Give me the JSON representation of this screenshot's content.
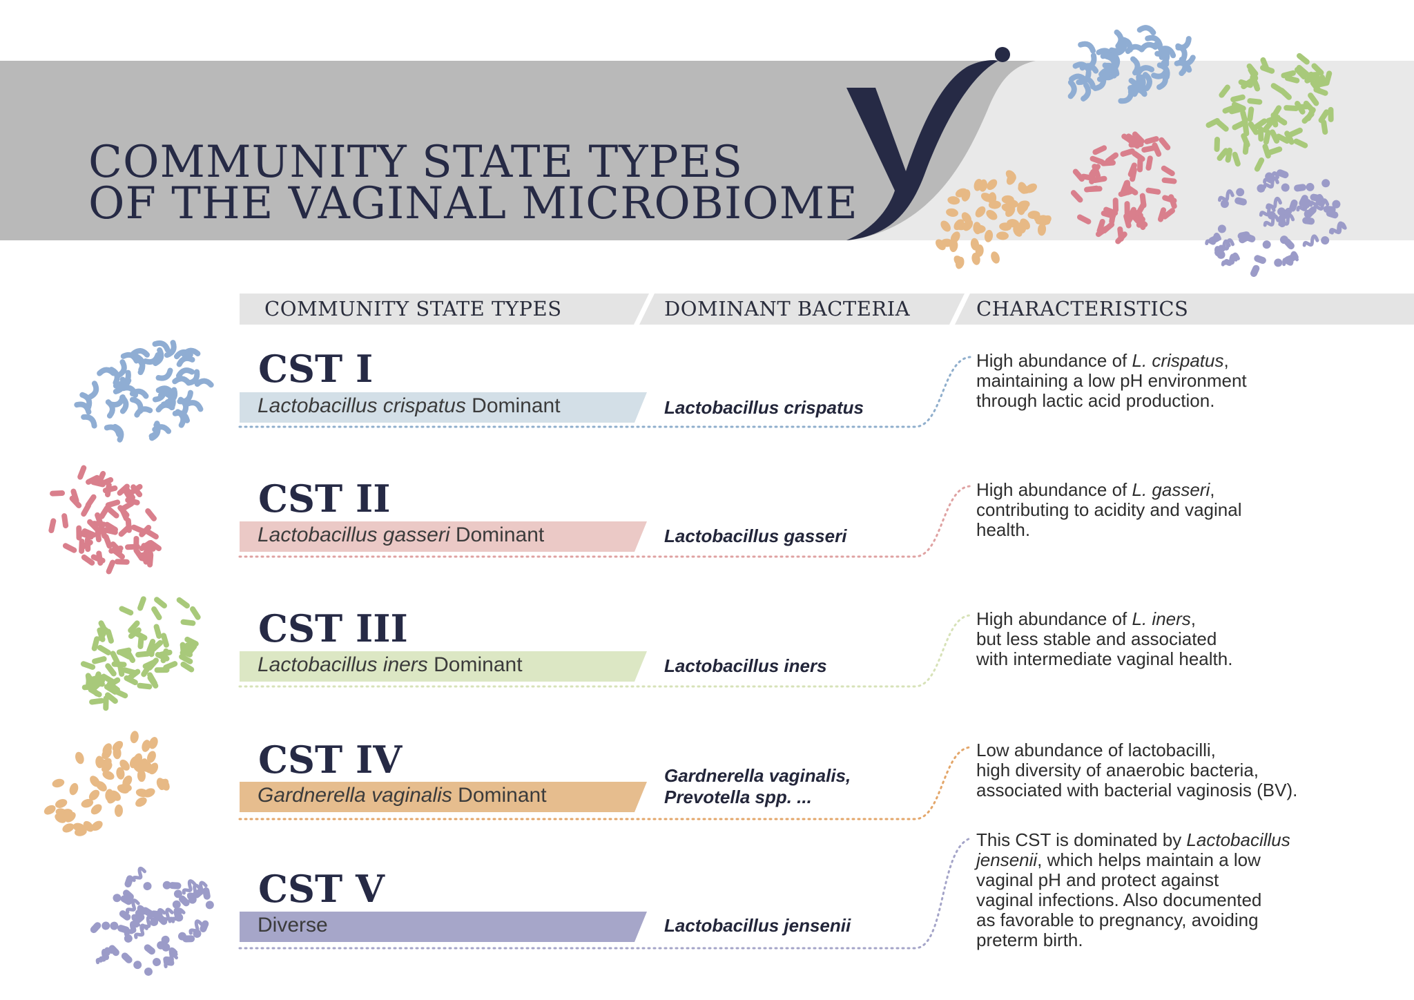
{
  "title": {
    "line1": "COMMUNITY STATE TYPES",
    "line2": "OF THE VAGINAL MICROBIOME"
  },
  "columns": {
    "col1": "COMMUNITY STATE TYPES",
    "col2": "DOMINANT BACTERIA",
    "col3": "CHARACTERISTICS"
  },
  "colors": {
    "banner": "#b9b9b9",
    "navy": "#262a45",
    "cst1": "#d3dfe7",
    "cst2": "#ebc9c6",
    "cst3": "#dce7c4",
    "cst4": "#e6bd8e",
    "cst5": "#a6a6c9",
    "blue_cells": "#8fadd3",
    "pink_cells": "#d97f8c",
    "green_cells": "#a8c97a",
    "orange_cells": "#e7b985",
    "purple_cells": "#9b9bc8"
  },
  "rows": [
    {
      "cst": "CST I",
      "species": "Lactobacillus crispatus",
      "suffix": " Dominant",
      "dominant_line1": "Lactobacillus crispatus",
      "dominant_line2": "",
      "char_line1_pre": "High abundance of ",
      "char_line1_em": "L. crispatus",
      "char_line1_post": ",",
      "char_line2": "maintaining a low pH environment",
      "char_line3": "through lactic acid production.",
      "icon": "blue-rod-cluster-icon"
    },
    {
      "cst": "CST II",
      "species": "Lactobacillus gasseri",
      "suffix": " Dominant",
      "dominant_line1": "Lactobacillus gasseri",
      "dominant_line2": "",
      "char_line1_pre": "High abundance of ",
      "char_line1_em": "L. gasseri",
      "char_line1_post": ",",
      "char_line2": "contributing to acidity and vaginal",
      "char_line3": "health.",
      "icon": "pink-rod-cluster-icon"
    },
    {
      "cst": "CST III",
      "species": "Lactobacillus iners",
      "suffix": " Dominant",
      "dominant_line1": "Lactobacillus iners",
      "dominant_line2": "",
      "char_line1_pre": "High abundance of ",
      "char_line1_em": "L. iners",
      "char_line1_post": ",",
      "char_line2": "but less stable and associated",
      "char_line3": "with intermediate vaginal health.",
      "icon": "green-rod-cluster-icon"
    },
    {
      "cst": "CST IV",
      "species": "Gardnerella vaginalis",
      "suffix": " Dominant",
      "dominant_line1": "Gardnerella vaginalis,",
      "dominant_line2": "Prevotella spp. ...",
      "char_line1_pre": "Low abundance of lactobacilli,",
      "char_line1_em": "",
      "char_line1_post": "",
      "char_line2": "high diversity of anaerobic bacteria,",
      "char_line3": "associated with bacterial vaginosis (BV).",
      "icon": "orange-cocci-cluster-icon"
    },
    {
      "cst": "CST V",
      "label": "Diverse",
      "dominant_line1": "Lactobacillus jensenii",
      "char_line1_pre": "This CST is dominated by ",
      "char_line1_em": "Lactobacillus",
      "char_line2_em": "jensenii",
      "char_line2_post": ", which helps maintain a low",
      "char_line3": "vaginal pH and protect against",
      "char_line4": "vaginal infections. Also documented",
      "char_line5": "as favorable to pregnancy, avoiding",
      "char_line6": "preterm birth.",
      "icon": "purple-mixed-cluster-icon"
    }
  ]
}
